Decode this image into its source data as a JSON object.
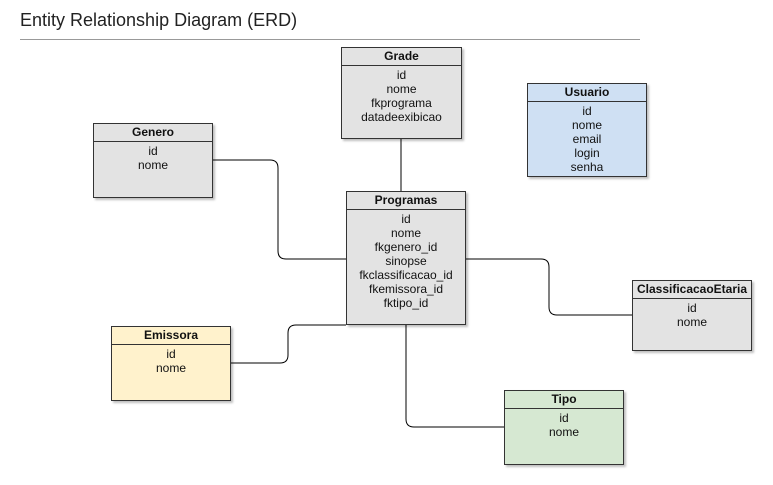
{
  "title": "Entity Relationship Diagram (ERD)",
  "colors": {
    "gray": "#e3e3e3",
    "blue": "#cfe0f3",
    "yellow": "#fff2cc",
    "green": "#d6e8d2"
  },
  "entities": {
    "grade": {
      "name": "Grade",
      "fields": [
        "id",
        "nome",
        "fkprograma",
        "datadeexibicao"
      ]
    },
    "usuario": {
      "name": "Usuario",
      "fields": [
        "id",
        "nome",
        "email",
        "login",
        "senha"
      ]
    },
    "genero": {
      "name": "Genero",
      "fields": [
        "id",
        "nome"
      ]
    },
    "programas": {
      "name": "Programas",
      "fields": [
        "id",
        "nome",
        "fkgenero_id",
        "sinopse",
        "fkclassificacao_id",
        "fkemissora_id",
        "fktipo_id"
      ]
    },
    "classificacao": {
      "name": "ClassificacaoEtaria",
      "fields": [
        "id",
        "nome"
      ]
    },
    "emissora": {
      "name": "Emissora",
      "fields": [
        "id",
        "nome"
      ]
    },
    "tipo": {
      "name": "Tipo",
      "fields": [
        "id",
        "nome"
      ]
    }
  }
}
